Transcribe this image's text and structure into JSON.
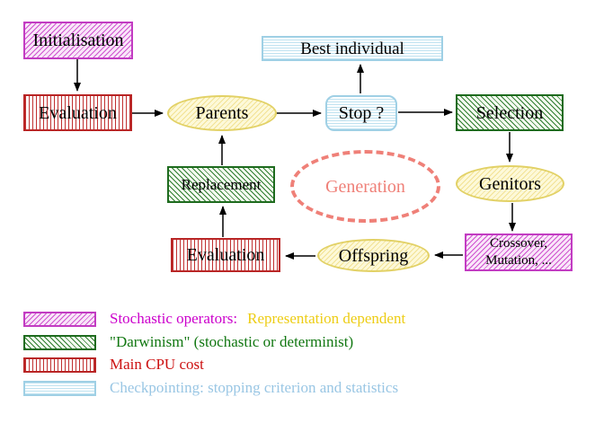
{
  "diagram": {
    "nodes": {
      "initialisation": {
        "label": "Initialisation",
        "style": "magenta-diagonal-hatch"
      },
      "evaluation_top": {
        "label": "Evaluation",
        "style": "red-vertical-stripes"
      },
      "parents": {
        "label": "Parents",
        "style": "yellow-hatched-ellipse"
      },
      "best_individual": {
        "label": "Best individual",
        "style": "cyan-horizontal-stripes"
      },
      "stop": {
        "label": "Stop ?",
        "style": "cyan-horizontal-stripes-rounded"
      },
      "selection": {
        "label": "Selection",
        "style": "green-diagonal-hatch"
      },
      "genitors": {
        "label": "Genitors",
        "style": "yellow-hatched-ellipse"
      },
      "generation": {
        "label": "Generation",
        "style": "salmon-dashed-ellipse"
      },
      "replacement": {
        "label": "Replacement",
        "style": "green-diagonal-hatch"
      },
      "evaluation_bottom": {
        "label": "Evaluation",
        "style": "red-vertical-stripes"
      },
      "crossover_mutation": {
        "line1": "Crossover,",
        "line2": "Mutation, ...",
        "style": "magenta-diagonal-hatch"
      },
      "offspring": {
        "label": "Offspring",
        "style": "yellow-hatched-ellipse"
      }
    },
    "connections": [
      {
        "from": "initialisation",
        "to": "evaluation_top"
      },
      {
        "from": "evaluation_top",
        "to": "parents"
      },
      {
        "from": "parents",
        "to": "stop"
      },
      {
        "from": "stop",
        "to": "best_individual"
      },
      {
        "from": "stop",
        "to": "selection"
      },
      {
        "from": "selection",
        "to": "genitors"
      },
      {
        "from": "genitors",
        "to": "crossover_mutation"
      },
      {
        "from": "crossover_mutation",
        "to": "offspring"
      },
      {
        "from": "offspring",
        "to": "evaluation_bottom"
      },
      {
        "from": "evaluation_bottom",
        "to": "replacement"
      },
      {
        "from": "replacement",
        "to": "parents"
      }
    ]
  },
  "legend": {
    "items": [
      {
        "pattern": "magenta-diagonal-hatch",
        "label": "Stochastic operators:",
        "label_secondary": "Representation dependent"
      },
      {
        "pattern": "green-diagonal-hatch",
        "label": "\"Darwinism\" (stochastic or determinist)",
        "label_secondary": ""
      },
      {
        "pattern": "red-vertical-stripes",
        "label": "Main CPU cost",
        "label_secondary": ""
      },
      {
        "pattern": "cyan-horizontal-stripes",
        "label": "Checkpointing: stopping criterion and statistics",
        "label_secondary": ""
      }
    ]
  },
  "colors": {
    "magenta_border": "#c23cc2",
    "red_stripe": "#b92525",
    "green_hatch": "#1e6b1e",
    "cyan_stripe": "#9fd0e5",
    "yellow_ellipse_border": "#e2d165",
    "salmon_dashed": "#ef8078",
    "legend_magenta_text": "#cc00cc",
    "legend_gold_text": "#edcd15",
    "legend_green_text": "#117711",
    "legend_red_text": "#cc1111",
    "legend_cyan_text": "#99c6e4",
    "arrow": "#000000",
    "background": "#ffffff"
  }
}
